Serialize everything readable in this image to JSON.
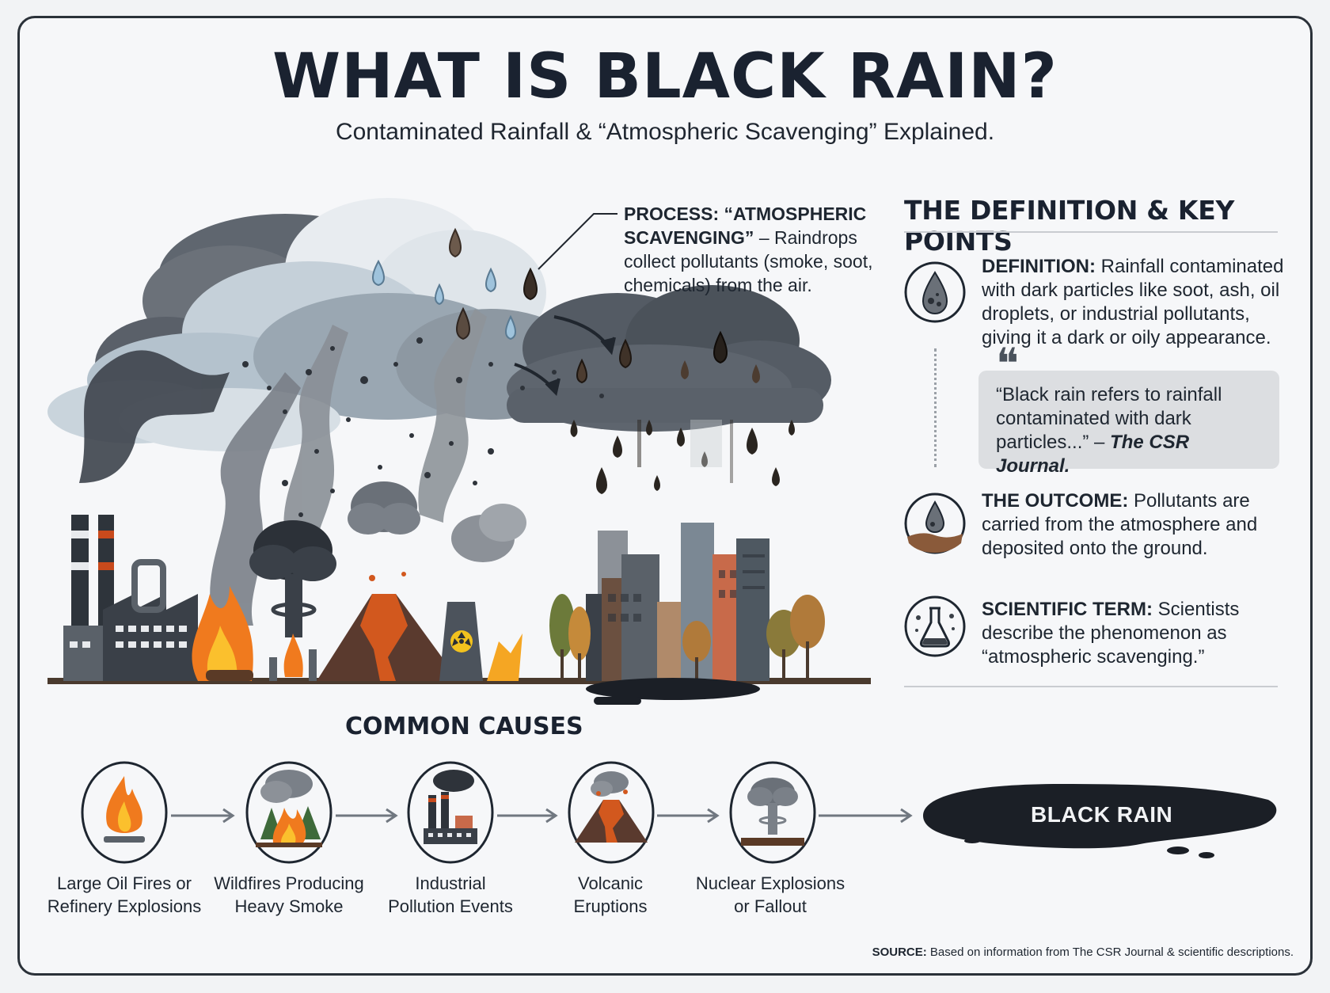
{
  "header": {
    "title": "WHAT IS BLACK RAIN?",
    "subtitle": "Contaminated Rainfall & “Atmospheric Scavenging” Explained."
  },
  "process": {
    "label": "PROCESS: “ATMOSPHERIC SCAVENGING”",
    "text": " – Raindrops collect pollutants (smoke, soot, chemicals) from the air."
  },
  "definitions": {
    "title": "THE DEFINITION & KEY POINTS",
    "definition": {
      "label": "DEFINITION:",
      "text": " Rainfall contaminated with dark particles like soot, ash, oil droplets, or industrial pollutants, giving it a dark or oily appearance."
    },
    "quote": {
      "text": "“Black rain refers to rainfall contaminated with dark particles...” – ",
      "source": "The CSR Journal."
    },
    "outcome": {
      "label": "THE OUTCOME:",
      "text": " Pollutants are carried from the atmosphere and deposited onto the ground."
    },
    "term": {
      "label": "SCIENTIFIC TERM:",
      "text": " Scientists describe the phenomenon as “atmospheric scavenging.”"
    }
  },
  "causes": {
    "title": "COMMON CAUSES",
    "items": [
      {
        "line1": "Large Oil Fires or",
        "line2": "Refinery Explosions",
        "icon": "oil-fire-icon"
      },
      {
        "line1": "Wildfires Producing",
        "line2": "Heavy Smoke",
        "icon": "wildfire-icon"
      },
      {
        "line1": "Industrial",
        "line2": "Pollution Events",
        "icon": "factory-icon"
      },
      {
        "line1": "Volcanic",
        "line2": "Eruptions",
        "icon": "volcano-icon"
      },
      {
        "line1": "Nuclear Explosions",
        "line2": "or Fallout",
        "icon": "mushroom-cloud-icon"
      }
    ],
    "result": "BLACK RAIN"
  },
  "source": {
    "label": "SOURCE:",
    "text": " Based on information from The CSR Journal & scientific descriptions."
  },
  "colors": {
    "ink": "#1a2230",
    "cloud_dark": "#4c535c",
    "cloud_light": "#c9d3dc",
    "fire": "#f07a1e",
    "lava": "#c84a1c",
    "puddle": "#1b1f26"
  }
}
